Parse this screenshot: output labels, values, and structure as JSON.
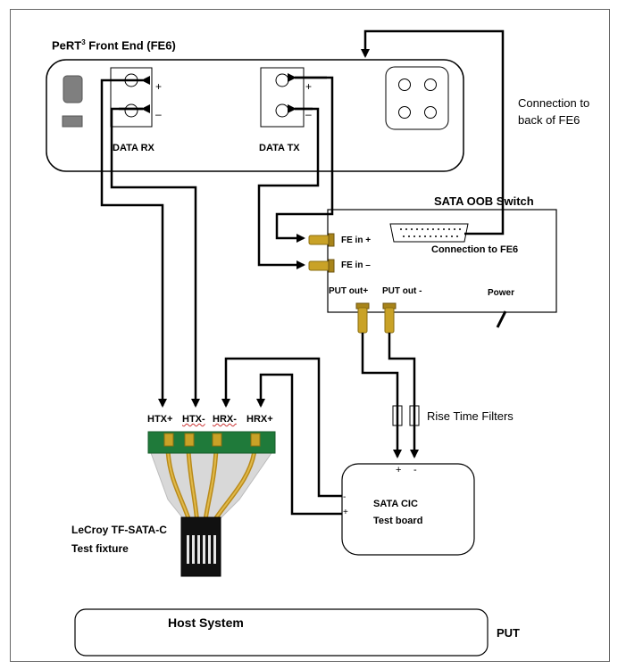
{
  "front_end": {
    "title_main": "PeRT",
    "title_sup": "3",
    "title_rest": " Front End (FE6)",
    "data_rx": "DATA RX",
    "data_tx": "DATA TX",
    "plus": "+",
    "minus": "–"
  },
  "back_connection": {
    "line1": "Connection to",
    "line2": "back of FE6"
  },
  "oob_switch": {
    "title": "SATA OOB Switch",
    "fe_in_plus": "FE in +",
    "fe_in_minus": "FE in –",
    "connection_to_fe6": "Connection to FE6",
    "put_out_plus": "PUT out+",
    "put_out_minus": "PUT out -",
    "power": "Power"
  },
  "filters": {
    "label": "Rise Time Filters"
  },
  "test_fixture": {
    "pins": [
      "HTX+",
      "HTX-",
      "HRX-",
      "HRX+"
    ],
    "line1": "LeCroy TF-SATA-C",
    "line2": "Test fixture"
  },
  "cic_board": {
    "plus": "+",
    "minus": "-",
    "name": "SATA CIC",
    "sub": "Test board",
    "pin1": "-",
    "pin2": "+"
  },
  "host": {
    "label": "Host System",
    "put": "PUT"
  },
  "colors": {
    "line": "#000000",
    "connector_gold": "#c9a227",
    "pcb_green": "#1f7a3a",
    "cable_grey": "#d8d8d8"
  }
}
